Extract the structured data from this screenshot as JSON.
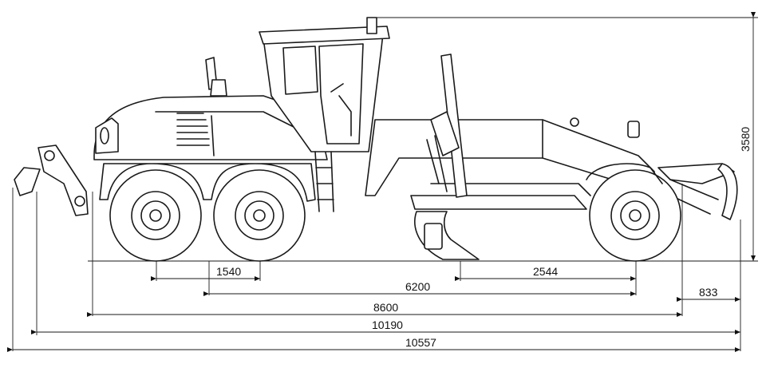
{
  "dimensions": {
    "wheelbase_rear_tandem": "1540",
    "wheelbase_center_to_front": "6200",
    "moldboard_to_front_axle": "2544",
    "front_overhang_equipment": "833",
    "machine_length": "8600",
    "length_with_front_blade": "10190",
    "overall_length": "10557",
    "overall_height": "3580"
  }
}
